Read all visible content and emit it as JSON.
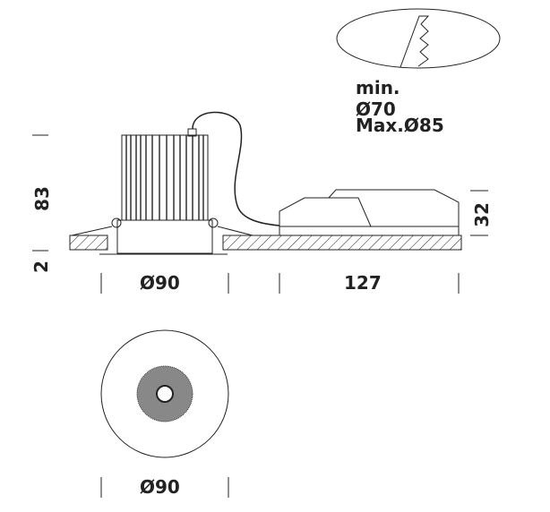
{
  "notes": {
    "min": "min.",
    "min_dia": "Ø70",
    "max_dia": "Max.Ø85"
  },
  "dims": {
    "height": "83",
    "trim": "2",
    "ballast_height": "32",
    "diameter_side": "Ø90",
    "ballast_length": "127",
    "diameter_front": "Ø90"
  },
  "colors": {
    "line": "#222222"
  }
}
